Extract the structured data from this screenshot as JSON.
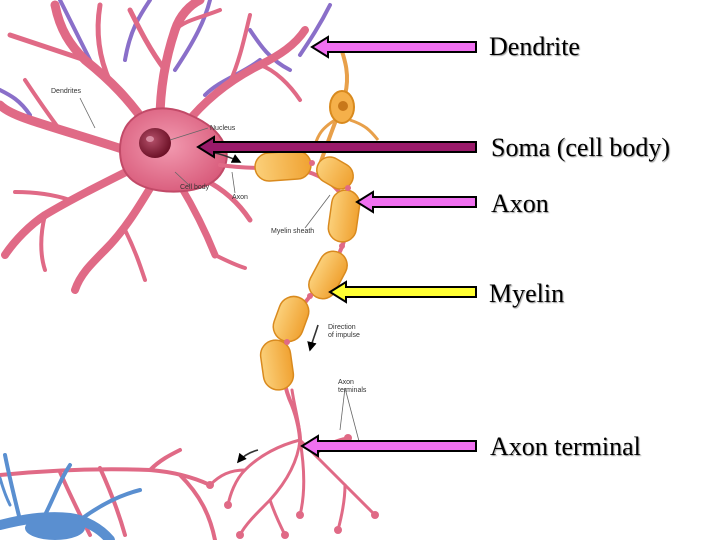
{
  "diagram": {
    "small_labels": {
      "dendrites": "Dendrites",
      "nucleus": "Nucleus",
      "cell_body": "Cell body",
      "axon": "Axon",
      "myelin_sheath": "Myelin sheath",
      "direction_line1": "Direction",
      "direction_line2": "of impulse",
      "axon_terminals_line1": "Axon",
      "axon_terminals_line2": "terminals"
    },
    "callouts": [
      {
        "label": "Dendrite",
        "arrow_color": "#f070f0"
      },
      {
        "label": "Soma (cell body)",
        "arrow_color": "#9a1a6a"
      },
      {
        "label": "Axon",
        "arrow_color": "#f070f0"
      },
      {
        "label": "Myelin",
        "arrow_color": "#ffff33"
      },
      {
        "label": "Axon terminal",
        "arrow_color": "#f070f0"
      }
    ],
    "colors": {
      "neuron_pink": "#e06a86",
      "neuron_dark": "#c24a68",
      "nucleus": "#8a1f3c",
      "myelin": "#f7b24a",
      "myelin_edge": "#d98a1e",
      "purple_dendrites": "#8a6fc9",
      "blue_neuron": "#5a8fd0"
    }
  }
}
